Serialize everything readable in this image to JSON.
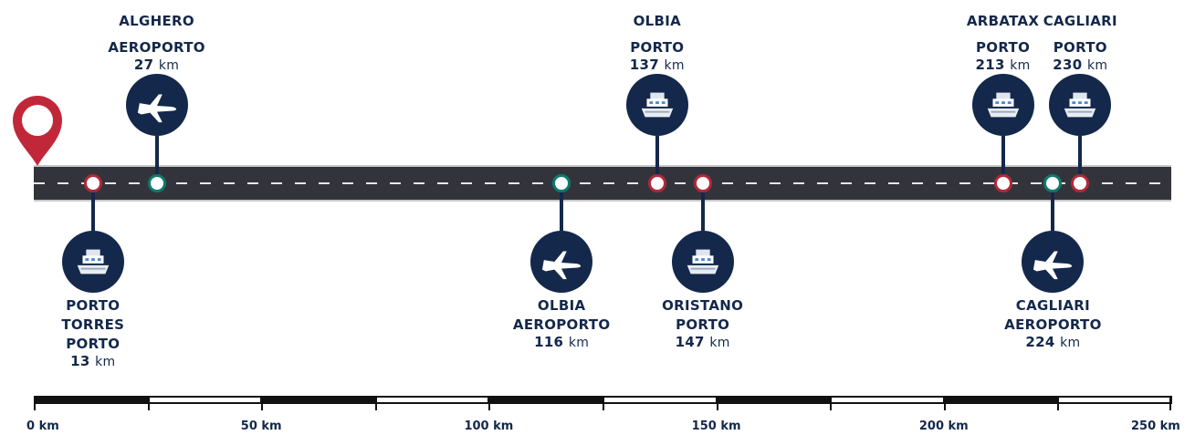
{
  "stops": [
    {
      "id": "alghero-aeroporto",
      "lines": [
        "ALGHERO",
        "AEROPORTO"
      ],
      "km": "27",
      "unit": "km",
      "type": "airport",
      "side": "top",
      "icon": "airplane-icon"
    },
    {
      "id": "porto-torres-porto",
      "lines": [
        "PORTO",
        "TORRES",
        "PORTO"
      ],
      "km": "13",
      "unit": "km",
      "type": "port",
      "side": "bottom",
      "icon": "ship-icon"
    },
    {
      "id": "olbia-porto",
      "lines": [
        "OLBIA",
        "PORTO"
      ],
      "km": "137",
      "unit": "km",
      "type": "port",
      "side": "top",
      "icon": "ship-icon"
    },
    {
      "id": "olbia-aeroporto",
      "lines": [
        "OLBIA",
        "AEROPORTO"
      ],
      "km": "116",
      "unit": "km",
      "type": "airport",
      "side": "bottom",
      "icon": "airplane-icon"
    },
    {
      "id": "oristano-porto",
      "lines": [
        "ORISTANO",
        "PORTO"
      ],
      "km": "147",
      "unit": "km",
      "type": "port",
      "side": "bottom",
      "icon": "ship-icon"
    },
    {
      "id": "arbatax-porto",
      "lines": [
        "ARBATAX",
        "PORTO"
      ],
      "km": "213",
      "unit": "km",
      "type": "port",
      "side": "top",
      "icon": "ship-icon"
    },
    {
      "id": "cagliari-porto",
      "lines": [
        "CAGLIARI",
        "PORTO"
      ],
      "km": "230",
      "unit": "km",
      "type": "port",
      "side": "top",
      "icon": "ship-icon"
    },
    {
      "id": "cagliari-aeroporto",
      "lines": [
        "CAGLIARI",
        "AEROPORTO"
      ],
      "km": "224",
      "unit": "km",
      "type": "airport",
      "side": "bottom",
      "icon": "airplane-icon"
    }
  ],
  "scale": {
    "labels": [
      "0 km",
      "50 km",
      "100 km",
      "150 km",
      "200 km",
      "250 km"
    ],
    "max_km": 250,
    "segments": 10
  },
  "colors": {
    "navy": "#14284b",
    "port_dot": "#b2283a",
    "airport_dot": "#0e7a6a",
    "road": "#33343b",
    "pin": "#c0283a"
  },
  "origin_icon": "map-pin-icon"
}
